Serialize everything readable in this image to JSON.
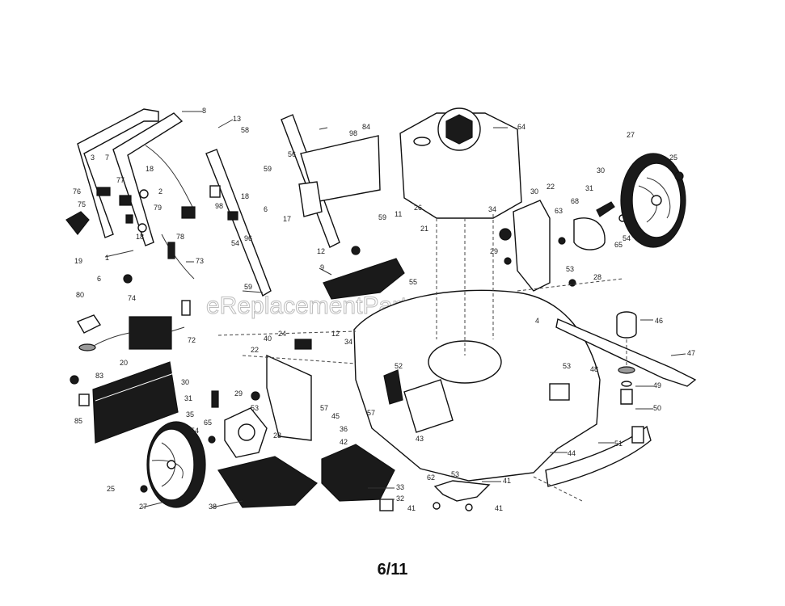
{
  "watermark": "eReplacementParts.com",
  "page_number": "6/11",
  "callouts": [
    {
      "id": "c8",
      "text": "8"
    },
    {
      "id": "c13",
      "text": "13"
    },
    {
      "id": "c58a",
      "text": "58"
    },
    {
      "id": "c98a",
      "text": "98"
    },
    {
      "id": "c84",
      "text": "84"
    },
    {
      "id": "c64",
      "text": "64"
    },
    {
      "id": "c56",
      "text": "56"
    },
    {
      "id": "c3",
      "text": "3"
    },
    {
      "id": "c7",
      "text": "7"
    },
    {
      "id": "c77",
      "text": "77"
    },
    {
      "id": "c18a",
      "text": "18"
    },
    {
      "id": "c2",
      "text": "2"
    },
    {
      "id": "c76",
      "text": "76"
    },
    {
      "id": "c79",
      "text": "79"
    },
    {
      "id": "c75",
      "text": "75"
    },
    {
      "id": "c18b",
      "text": "18"
    },
    {
      "id": "c78",
      "text": "78"
    },
    {
      "id": "c19",
      "text": "19"
    },
    {
      "id": "c1",
      "text": "1"
    },
    {
      "id": "c59a",
      "text": "59"
    },
    {
      "id": "c18c",
      "text": "18"
    },
    {
      "id": "c98b",
      "text": "98"
    },
    {
      "id": "c6a",
      "text": "6"
    },
    {
      "id": "c54a",
      "text": "54"
    },
    {
      "id": "c96",
      "text": "96"
    },
    {
      "id": "c17",
      "text": "17"
    },
    {
      "id": "c59b",
      "text": "59"
    },
    {
      "id": "c11",
      "text": "11"
    },
    {
      "id": "c26",
      "text": "26"
    },
    {
      "id": "c21",
      "text": "21"
    },
    {
      "id": "c12a",
      "text": "12"
    },
    {
      "id": "c9",
      "text": "9"
    },
    {
      "id": "c73",
      "text": "73"
    },
    {
      "id": "c6b",
      "text": "6"
    },
    {
      "id": "c80",
      "text": "80"
    },
    {
      "id": "c74",
      "text": "74"
    },
    {
      "id": "c72",
      "text": "72"
    },
    {
      "id": "c59c",
      "text": "59"
    },
    {
      "id": "c55",
      "text": "55"
    },
    {
      "id": "c27a",
      "text": "27"
    },
    {
      "id": "c25a",
      "text": "25"
    },
    {
      "id": "c30a",
      "text": "30"
    },
    {
      "id": "c22a",
      "text": "22"
    },
    {
      "id": "c30b",
      "text": "30"
    },
    {
      "id": "c31a",
      "text": "31"
    },
    {
      "id": "c68",
      "text": "68"
    },
    {
      "id": "c34a",
      "text": "34"
    },
    {
      "id": "c63",
      "text": "63"
    },
    {
      "id": "c65a",
      "text": "65"
    },
    {
      "id": "c54b",
      "text": "54"
    },
    {
      "id": "c29a",
      "text": "29"
    },
    {
      "id": "c53a",
      "text": "53"
    },
    {
      "id": "c28a",
      "text": "28"
    },
    {
      "id": "c46",
      "text": "46"
    },
    {
      "id": "c4",
      "text": "4"
    },
    {
      "id": "c20",
      "text": "20"
    },
    {
      "id": "c40",
      "text": "40"
    },
    {
      "id": "c24",
      "text": "24"
    },
    {
      "id": "c12b",
      "text": "12"
    },
    {
      "id": "c34b",
      "text": "34"
    },
    {
      "id": "c22b",
      "text": "22"
    },
    {
      "id": "c52",
      "text": "52"
    },
    {
      "id": "c47",
      "text": "47"
    },
    {
      "id": "c83",
      "text": "83"
    },
    {
      "id": "c30c",
      "text": "30"
    },
    {
      "id": "c29b",
      "text": "29"
    },
    {
      "id": "c48",
      "text": "48"
    },
    {
      "id": "c53b",
      "text": "53"
    },
    {
      "id": "c49",
      "text": "49"
    },
    {
      "id": "c31b",
      "text": "31"
    },
    {
      "id": "c57a",
      "text": "57"
    },
    {
      "id": "c53c",
      "text": "53"
    },
    {
      "id": "c50",
      "text": "50"
    },
    {
      "id": "c85",
      "text": "85"
    },
    {
      "id": "c35",
      "text": "35"
    },
    {
      "id": "c45",
      "text": "45"
    },
    {
      "id": "c57b",
      "text": "57"
    },
    {
      "id": "c65b",
      "text": "65"
    },
    {
      "id": "c36",
      "text": "36"
    },
    {
      "id": "c54c",
      "text": "54"
    },
    {
      "id": "c28b",
      "text": "28"
    },
    {
      "id": "c43",
      "text": "43"
    },
    {
      "id": "c42",
      "text": "42"
    },
    {
      "id": "c44",
      "text": "44"
    },
    {
      "id": "c51",
      "text": "51"
    },
    {
      "id": "c62",
      "text": "62"
    },
    {
      "id": "c53d",
      "text": "53"
    },
    {
      "id": "c41a",
      "text": "41"
    },
    {
      "id": "c25b",
      "text": "25"
    },
    {
      "id": "c33",
      "text": "33"
    },
    {
      "id": "c32",
      "text": "32"
    },
    {
      "id": "c27b",
      "text": "27"
    },
    {
      "id": "c38",
      "text": "38"
    },
    {
      "id": "c41b",
      "text": "41"
    },
    {
      "id": "c41c",
      "text": "41"
    }
  ]
}
